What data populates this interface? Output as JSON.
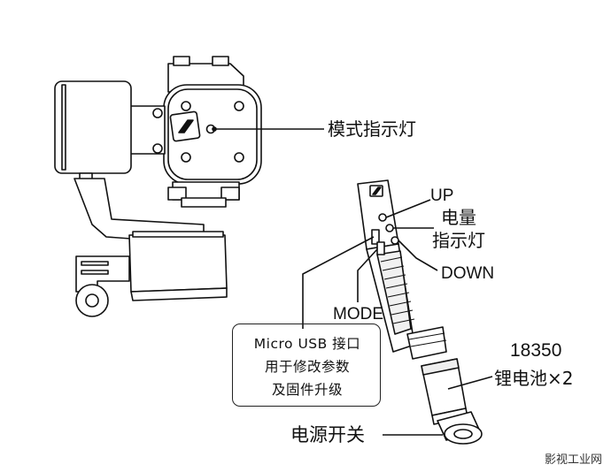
{
  "labels": {
    "mode_indicator": "模式指示灯",
    "up": "UP",
    "battery_indicator_line1": "电量",
    "battery_indicator_line2": "指示灯",
    "down": "DOWN",
    "mode": "MODE",
    "usb_line1": "Micro USB 接口",
    "usb_line2": "用于修改参数",
    "usb_line3": "及固件升级",
    "battery_model": "18350",
    "battery_desc": "锂电池×2",
    "power_switch": "电源开关"
  },
  "watermark": "影视工业网"
}
